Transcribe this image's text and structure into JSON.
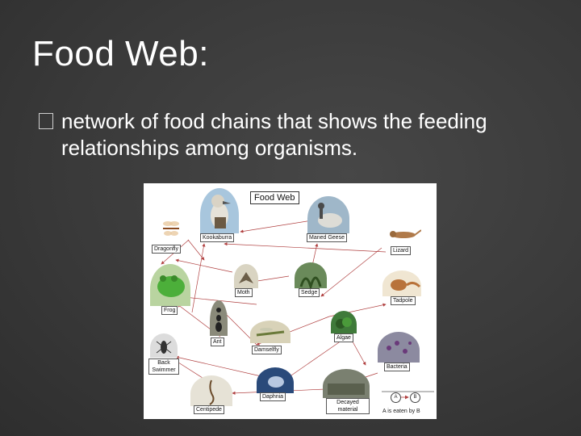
{
  "slide": {
    "title": "Food Web:",
    "bullet_text": "network of food chains that shows the feeding relationships among organisms."
  },
  "food_web": {
    "title": "Food Web",
    "organisms": [
      {
        "id": "dragonfly",
        "label": "Dragonfly"
      },
      {
        "id": "kookaburra",
        "label": "Kookaburra"
      },
      {
        "id": "maned-geese",
        "label": "Maned Geese"
      },
      {
        "id": "lizard",
        "label": "Lizard"
      },
      {
        "id": "moth",
        "label": "Moth"
      },
      {
        "id": "sedge",
        "label": "Sedge"
      },
      {
        "id": "frog",
        "label": "Frog"
      },
      {
        "id": "tadpole",
        "label": "Tadpole"
      },
      {
        "id": "ant",
        "label": "Ant"
      },
      {
        "id": "damselfly",
        "label": "Damselfly"
      },
      {
        "id": "algae",
        "label": "Algae"
      },
      {
        "id": "back-swimmer",
        "label": "Back Swimmer"
      },
      {
        "id": "bacteria",
        "label": "Bacteria"
      },
      {
        "id": "daphnia",
        "label": "Daphnia"
      },
      {
        "id": "centipede",
        "label": "Centipede"
      },
      {
        "id": "decayed-material",
        "label": "Decayed material"
      }
    ],
    "legend": {
      "a": "A",
      "b": "B",
      "label": "A is eaten by B"
    }
  },
  "colors": {
    "background": "#3a3a3a",
    "text": "#ffffff",
    "arrow": "#b04040"
  }
}
